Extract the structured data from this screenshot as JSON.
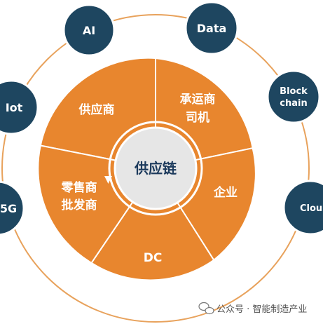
{
  "center": {
    "label": "供应链"
  },
  "segments": {
    "supplier": {
      "label": "供应商"
    },
    "carrier": {
      "line1": "承运商",
      "line2": "司机"
    },
    "enterprise": {
      "label": "企业"
    },
    "dc": {
      "label": "DC"
    },
    "retail": {
      "line1": "零售商",
      "line2": "批发商"
    }
  },
  "technologies": {
    "ai": {
      "label": "AI"
    },
    "data": {
      "label": "Data"
    },
    "blockchain": {
      "line1": "Block",
      "line2": "chain"
    },
    "cloud": {
      "label": "Clou"
    },
    "iot": {
      "label": "Iot"
    },
    "fiveg": {
      "label": "5G"
    }
  },
  "watermark": {
    "text": "公众号 · 智能制造产业"
  },
  "colors": {
    "segment_fill": "#e8862e",
    "segment_border": "#ffffff",
    "center_fill": "#e6e6e6",
    "tech_fill": "#1e4660",
    "outer_ring": "#e8862e",
    "center_text": "#1c3a5c"
  }
}
